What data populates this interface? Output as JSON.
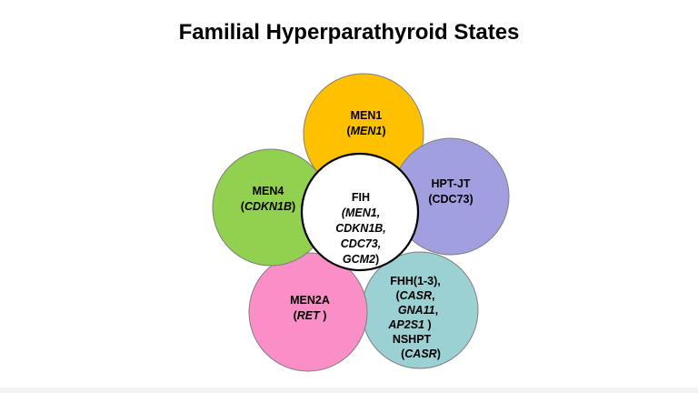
{
  "title": "Familial Hyperparathyroid States",
  "circles": [
    {
      "id": "men1",
      "color": "#ffc000",
      "lines": [
        [
          "MEN1"
        ],
        [
          "(",
          [
            "MEN1"
          ],
          ")"
        ]
      ]
    },
    {
      "id": "hptjt",
      "color": "#a19fdf",
      "lines": [
        [
          "HPT-JT"
        ],
        [
          "(CDC73)"
        ]
      ]
    },
    {
      "id": "fhh",
      "color": "#9cd1d3",
      "lines": [
        [
          "FHH(1-3),"
        ],
        [
          "(",
          [
            "CASR"
          ],
          ","
        ],
        [
          [
            "GNA11"
          ],
          ","
        ],
        [
          [
            "AP2S1"
          ],
          " )"
        ],
        [
          "NSHPT"
        ],
        [
          "(",
          [
            "CASR"
          ],
          ")"
        ]
      ]
    },
    {
      "id": "men2a",
      "color": "#fa8fc8",
      "lines": [
        [
          "MEN2A"
        ],
        [
          "(",
          [
            "RET"
          ],
          " )"
        ]
      ]
    },
    {
      "id": "men4",
      "color": "#92d050",
      "lines": [
        [
          "MEN4"
        ],
        [
          "(",
          [
            "CDKN1B"
          ],
          ")"
        ]
      ]
    },
    {
      "id": "fih",
      "color": "#ffffff",
      "lines": [
        [
          "FIH"
        ],
        [
          [
            "(MEN1,"
          ]
        ],
        [
          [
            "CDKN1B,"
          ]
        ],
        [
          [
            "CDC73,"
          ]
        ],
        [
          [
            "GCM2"
          ],
          ")"
        ]
      ]
    }
  ]
}
